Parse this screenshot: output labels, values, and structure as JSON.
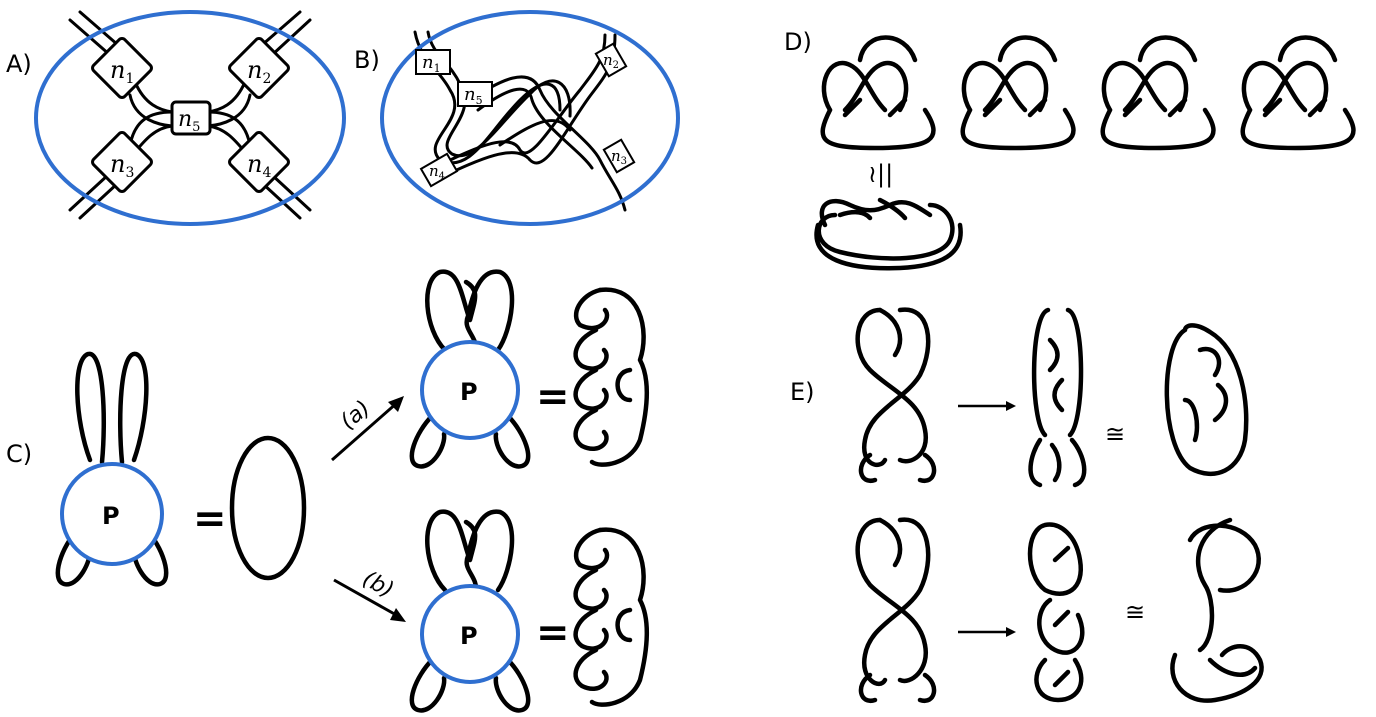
{
  "panels": {
    "a": "A)",
    "b": "B)",
    "c": "C)",
    "d": "D)",
    "e": "E)"
  },
  "tangle_boxes": {
    "n1": "n",
    "n1_sub": "1",
    "n2": "n",
    "n2_sub": "2",
    "n3": "n",
    "n3_sub": "3",
    "n4": "n",
    "n4_sub": "4",
    "n5": "n",
    "n5_sub": "5"
  },
  "panel_c": {
    "p_label": "P",
    "equals": "=",
    "arrow_a": "(a)",
    "arrow_b": "(b)"
  },
  "panel_d": {
    "relation": "≀||"
  },
  "panel_e": {
    "congruent": "≅"
  },
  "colors": {
    "accent": "#2F6FD0",
    "ink": "#000000"
  }
}
